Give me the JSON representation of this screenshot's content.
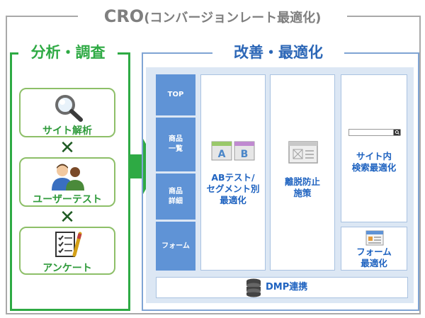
{
  "title": {
    "main": "CRO",
    "sub": "(コンバージョンレート最適化)"
  },
  "analysis": {
    "title": "分析・調査",
    "items": [
      {
        "label": "サイト解析",
        "icon": "magnifier-icon"
      },
      {
        "label": "ユーザーテスト",
        "icon": "users-icon"
      },
      {
        "label": "アンケート",
        "icon": "questionnaire-icon"
      }
    ],
    "separator": "✕"
  },
  "optimization": {
    "title": "改善・最適化",
    "pages": [
      "TOP",
      "商品\n一覧",
      "商品\n詳細",
      "フォーム"
    ],
    "ab_test": {
      "line1": "ABテスト/",
      "line2": "セグメント別",
      "line3": "最適化",
      "icon_a": "A",
      "icon_b": "B"
    },
    "exit": {
      "line1": "離脱防止",
      "line2": "施策"
    },
    "site_search": {
      "line1": "サイト内",
      "line2": "検索最適化"
    },
    "form": {
      "line1": "フォーム",
      "line2": "最適化"
    },
    "dmp": {
      "label": "DMP連携"
    }
  },
  "colors": {
    "green": "#2eaa44",
    "blue": "#2b66b6",
    "gray": "#7f7f7f",
    "page_blue": "#5f93d6"
  }
}
